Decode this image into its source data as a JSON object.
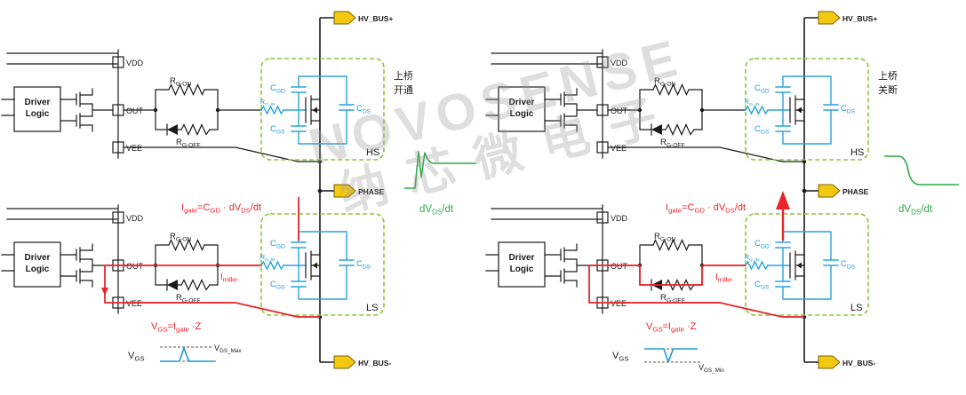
{
  "watermark": {
    "line1": "NOVOSENSE",
    "line2": "纳芯微电子"
  },
  "panels": [
    {
      "terminals": {
        "bus_plus": "HV_BUS+",
        "phase": "PHASE",
        "bus_minus": "HV_BUS-"
      },
      "bridge": {
        "line1": "上桥",
        "line2": "开通"
      },
      "mosfets": {
        "hs": "HS",
        "ls": "LS"
      },
      "driver": {
        "line1": "Driver",
        "line2": "Logic"
      },
      "pins": {
        "vdd": "VDD",
        "out": "OUT",
        "vee": "VEE"
      },
      "components": {
        "rgon": {
          "p": "R",
          "s": "G-ON"
        },
        "rgoff": {
          "p": "R",
          "s": "G-OFF"
        },
        "cgd": {
          "p": "C",
          "s": "GD"
        },
        "rgin": {
          "p": "R",
          "s": "G_IN"
        },
        "cgs": {
          "p": "C",
          "s": "GS"
        },
        "cds": {
          "p": "C",
          "s": "DS"
        }
      },
      "annotations": {
        "igate": {
          "p1": "I",
          "s1": "gate",
          "p2": "=C",
          "s2": "GD",
          "p3": " · dV",
          "s3": "DS",
          "p4": "/dt"
        },
        "imiller": {
          "p": "I",
          "s": "miller"
        },
        "vgs_formula": {
          "p1": "V",
          "s1": "GS",
          "p2": "=I",
          "s2": "gate",
          "p3": " ·Z"
        },
        "dvdt": {
          "p1": "dV",
          "s1": "DS",
          "p2": "/dt"
        },
        "vgs_axis": {
          "p": "V",
          "s": "GS"
        },
        "vgs_peak": {
          "p": "V",
          "s": "GS_Max"
        }
      }
    },
    {
      "terminals": {
        "bus_plus": "HV_BUS+",
        "phase": "PHASE",
        "bus_minus": "HV_BUS-"
      },
      "bridge": {
        "line1": "上桥",
        "line2": "关断"
      },
      "mosfets": {
        "hs": "HS",
        "ls": "LS"
      },
      "driver": {
        "line1": "Driver",
        "line2": "Logic"
      },
      "pins": {
        "vdd": "VDD",
        "out": "OUT",
        "vee": "VEE"
      },
      "components": {
        "rgon": {
          "p": "R",
          "s": "G-ON"
        },
        "rgoff": {
          "p": "R",
          "s": "G-OFF"
        },
        "cgd": {
          "p": "C",
          "s": "GD"
        },
        "rgin": {
          "p": "R",
          "s": "G_IN"
        },
        "cgs": {
          "p": "C",
          "s": "GS"
        },
        "cds": {
          "p": "C",
          "s": "DS"
        }
      },
      "annotations": {
        "igate": {
          "p1": "I",
          "s1": "gate",
          "p2": "=C",
          "s2": "GD",
          "p3": " · dV",
          "s3": "DS",
          "p4": "/dt"
        },
        "imiller": {
          "p": "I",
          "s": "miller"
        },
        "vgs_formula": {
          "p1": "V",
          "s1": "GS",
          "p2": "=I",
          "s2": "gate",
          "p3": " ·Z"
        },
        "dvdt": {
          "p1": "dV",
          "s1": "DS",
          "p2": "/dt"
        },
        "vgs_axis": {
          "p": "V",
          "s": "GS"
        },
        "vgs_peak": {
          "p": "V",
          "s": "GS_Min"
        }
      }
    }
  ]
}
